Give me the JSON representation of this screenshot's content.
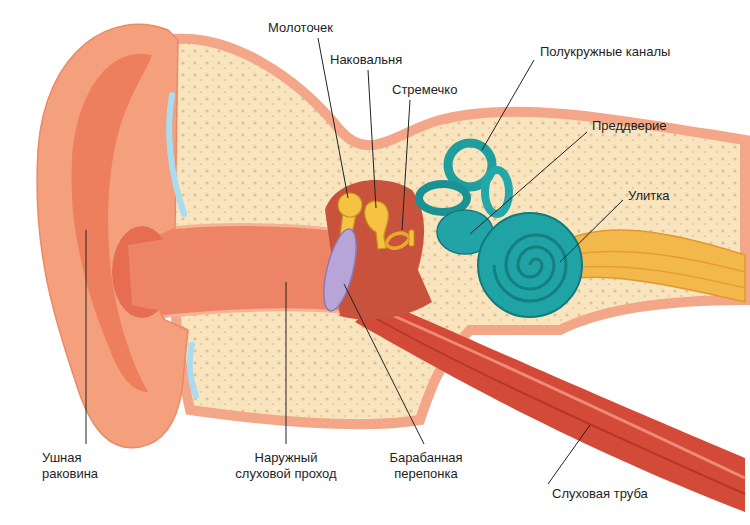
{
  "diagram": {
    "labels": [
      "Молоточек",
      "Наковальня",
      "Стремечко",
      "Полукружные каналы",
      "Преддверие",
      "Улитка",
      "Ушная раковина",
      "Наружный слуховой проход",
      "Барабанная перепонка",
      "Слуховая труба"
    ]
  }
}
